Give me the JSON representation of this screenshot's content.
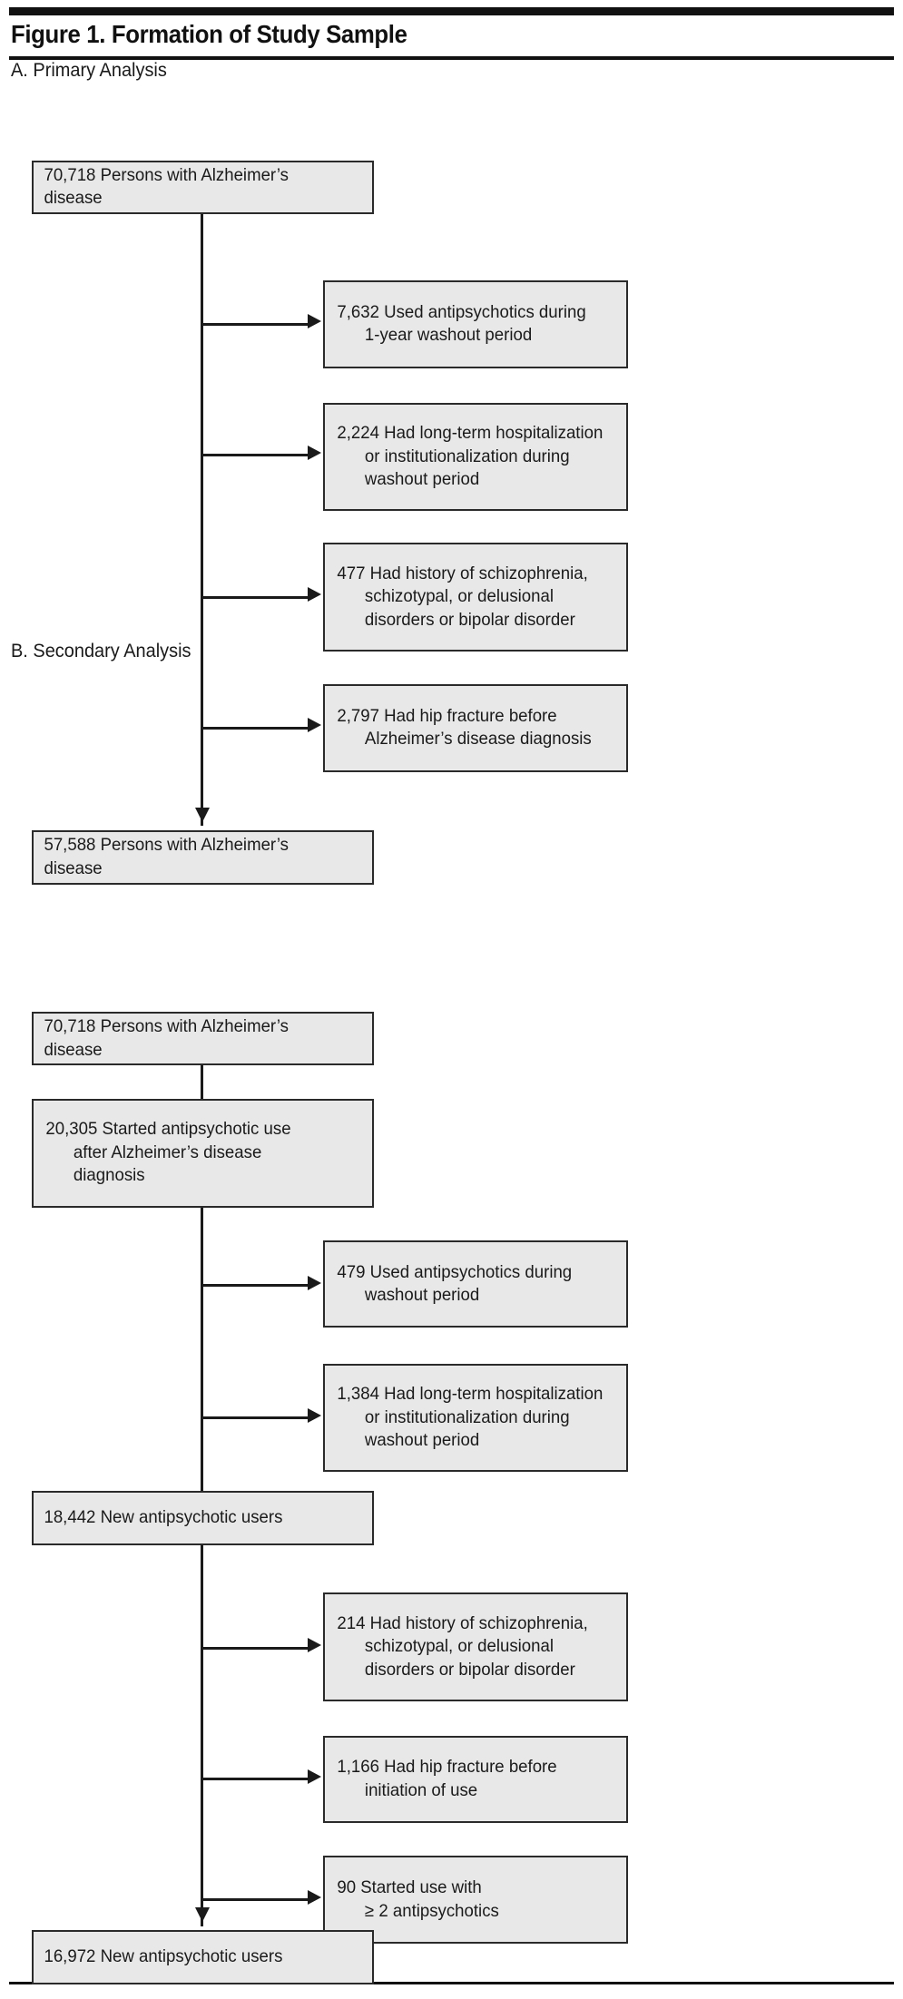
{
  "figure": {
    "title": "Figure 1. Formation of Study Sample"
  },
  "panels": [
    {
      "label": "A. Primary Analysis",
      "start_node": {
        "text": "70,718 Persons with Alzheimer’s disease"
      },
      "exclusions": [
        {
          "text": "7,632 Used antipsychotics during\n1-year washout period"
        },
        {
          "text": "2,224 Had long-term hospitalization\nor institutionalization during\nwashout period"
        },
        {
          "text": "477 Had history of schizophrenia,\nschizotypal, or delusional\ndisorders or bipolar disorder"
        },
        {
          "text": "2,797 Had hip fracture before\nAlzheimer’s disease diagnosis"
        }
      ],
      "end_node": {
        "text": "57,588 Persons with Alzheimer’s disease"
      }
    },
    {
      "label": "B. Secondary Analysis",
      "start_node": {
        "text": "70,718 Persons with Alzheimer’s disease"
      },
      "second_node": {
        "text": "20,305 Started antipsychotic use\nafter Alzheimer’s disease\ndiagnosis"
      },
      "exclusions_upper": [
        {
          "text": "479 Used antipsychotics during\nwashout period"
        },
        {
          "text": "1,384 Had long-term hospitalization\nor institutionalization during\nwashout period"
        }
      ],
      "middle_node": {
        "text": "18,442 New antipsychotic users"
      },
      "exclusions_lower": [
        {
          "text": "214 Had history of schizophrenia,\nschizotypal, or delusional\ndisorders or bipolar disorder"
        },
        {
          "text": "1,166 Had hip fracture before\ninitiation of use"
        },
        {
          "text": "90 Started use with\n≥ 2 antipsychotics"
        }
      ],
      "end_node": {
        "text": "16,972 New antipsychotic users"
      }
    }
  ],
  "colors": {
    "box_fill": "#e8e8e8",
    "box_border": "#2a2a2a",
    "line": "#1a1a1a",
    "rule": "#111111"
  }
}
